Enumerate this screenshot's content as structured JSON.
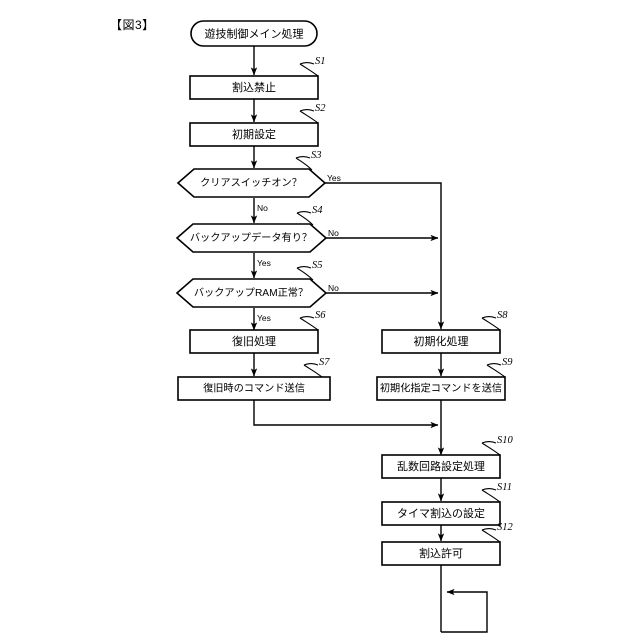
{
  "figure": {
    "label": "【図3】"
  },
  "nodes": {
    "start": {
      "text": "遊技制御メイン処理",
      "shape": "stadium"
    },
    "s1": {
      "step": "S1",
      "text": "割込禁止",
      "shape": "process"
    },
    "s2": {
      "step": "S2",
      "text": "初期設定",
      "shape": "process"
    },
    "s3": {
      "step": "S3",
      "text": "クリアスイッチオン？",
      "shape": "decision"
    },
    "s4": {
      "step": "S4",
      "text": "バックアップデータ有り？",
      "shape": "decision"
    },
    "s5": {
      "step": "S5",
      "text": "バックアップRAM正常？",
      "shape": "decision"
    },
    "s6": {
      "step": "S6",
      "text": "復旧処理",
      "shape": "process"
    },
    "s7": {
      "step": "S7",
      "text": "復旧時のコマンド送信",
      "shape": "process"
    },
    "s8": {
      "step": "S8",
      "text": "初期化処理",
      "shape": "process"
    },
    "s9": {
      "step": "S9",
      "text": "初期化指定コマンドを送信",
      "shape": "process"
    },
    "s10": {
      "step": "S10",
      "text": "乱数回路設定処理",
      "shape": "process"
    },
    "s11": {
      "step": "S11",
      "text": "タイマ割込の設定",
      "shape": "process"
    },
    "s12": {
      "step": "S12",
      "text": "割込許可",
      "shape": "process"
    }
  },
  "edge_labels": {
    "s3_yes": "Yes",
    "s3_no": "No",
    "s4_no": "No",
    "s4_yes": "Yes",
    "s5_no": "No",
    "s5_yes": "Yes"
  },
  "colors": {
    "line": "#000000",
    "fill": "#ffffff",
    "background": "#ffffff"
  }
}
